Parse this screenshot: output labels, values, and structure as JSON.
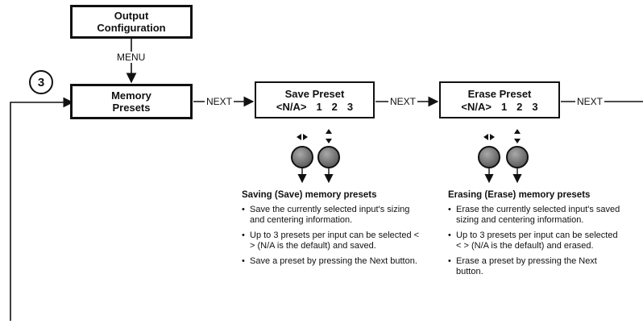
{
  "step_number": "3",
  "boxes": {
    "output_configuration": {
      "line1": "Output",
      "line2": "Configuration"
    },
    "memory_presets": {
      "line1": "Memory",
      "line2": "Presets"
    },
    "save_preset": {
      "title": "Save Preset",
      "values": [
        "<N/A>",
        "1",
        "2",
        "3"
      ]
    },
    "erase_preset": {
      "title": "Erase Preset",
      "values": [
        "<N/A>",
        "1",
        "2",
        "3"
      ]
    }
  },
  "connectors": {
    "menu": "MENU",
    "next1": "NEXT",
    "next2": "NEXT",
    "next3": "NEXT"
  },
  "sections": {
    "saving": {
      "title": "Saving (Save) memory presets",
      "bullets": [
        "Save the currently selected input's sizing and centering information.",
        "Up to 3 presets per input can be selected < > (N/A is the default) and saved.",
        "Save a preset by pressing the Next button."
      ]
    },
    "erasing": {
      "title": "Erasing  (Erase) memory presets",
      "bullets": [
        "Erase the currently selected input's saved sizing and centering information.",
        "Up to 3 presets per input can be selected < > (N/A is the default) and erased.",
        "Erase a preset by pressing the Next button."
      ]
    }
  },
  "colors": {
    "line": "#111111",
    "knob": "#6f6f6f"
  }
}
